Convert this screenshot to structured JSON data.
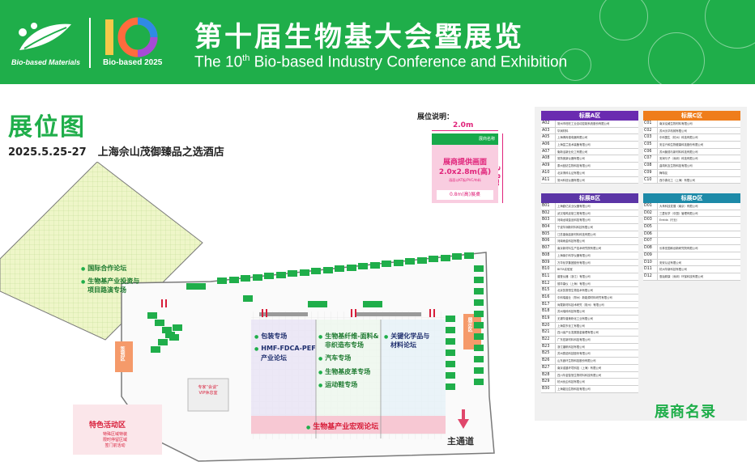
{
  "header": {
    "logo_text": "Bio-based Materials",
    "ten_text": "Bio-based 2025",
    "title_cn": "第十届生物基大会暨展览",
    "title_en_prefix": "The 10",
    "title_en_sup": "th",
    "title_en_suffix": " Bio-based Industry Conference and Exhibition",
    "accent": "#1fae4a"
  },
  "page_title": "展位图",
  "date": "2025.5.25-27",
  "venue": "上海佘山茂御臻品之选酒店",
  "booth_info": {
    "title": "展位说明：",
    "width": "2.0m",
    "height": "2.8m",
    "panel_label": "展商名称",
    "main_line1": "展商提供画面",
    "main_line2": "2.0x2.8m(高)",
    "sub": "画面以KT板/PVC/布料",
    "table": "0.8m(高)展桌"
  },
  "plan": {
    "intl_forum": "国际合作论坛",
    "invest_forum_1": "生物基产业投资与",
    "invest_forum_2": "项目路演专场",
    "sign_in": "签到区",
    "vip_1": "专家“会谈”",
    "vip_2": "VIP休息室",
    "special_zone": "特色活动区",
    "special_sub_1": "特殊区域特装",
    "special_sub_2": "限时停留区域",
    "special_sub_3": "签门前活动",
    "packaging": "包装专场",
    "hmf_1": "HMF-FDCA-PEF",
    "hmf_2": "产业论坛",
    "fiber_1": "生物基纤维-面料&",
    "fiber_2": "非织造布专场",
    "auto": "汽车专场",
    "leather": "生物基皮革专场",
    "shoes": "运动鞋专场",
    "chem_1": "关键化学品与",
    "chem_2": "材料论坛",
    "macro": "生物基产业宏观论坛",
    "main_entrance": "主通道",
    "exhibit_zone": "展示区"
  },
  "directory": {
    "title": "展商名录",
    "zones": [
      {
        "name": "标展A区",
        "rows": [
          {
            "code": "A02",
            "name": "常州市旺旺工业自动控制系统股份有限公司"
          },
          {
            "code": "A03",
            "name": "华润材料"
          },
          {
            "code": "A05",
            "name": "上海博冉德电器有限公司"
          },
          {
            "code": "A06",
            "name": "上海富兰技术装备有限公司"
          },
          {
            "code": "A07",
            "name": "衡新活新业化工有限公司"
          },
          {
            "code": "A08",
            "name": "常熟奥新仪器有限公司"
          },
          {
            "code": "A09",
            "name": "泰州回纺生物科技有限公司"
          },
          {
            "code": "A10",
            "name": "北京清科认证有限公司"
          },
          {
            "code": "A11",
            "name": "常州科信仪器有限公司"
          }
        ]
      },
      {
        "name": "标展B区",
        "rows": [
          {
            "code": "B01",
            "name": "上海欧亿实业仪器有限公司"
          },
          {
            "code": "B02",
            "name": "武汉瑞鸣克制工程有限公司"
          },
          {
            "code": "B03",
            "name": "河南龙城金品科技有限公司"
          },
          {
            "code": "B04",
            "name": "宁波华润新材料科技有限公司"
          },
          {
            "code": "B05",
            "name": "江苏康南高新材料科技有限公司"
          },
          {
            "code": "B06",
            "name": "河南雨金科技有限公司"
          },
          {
            "code": "B07",
            "name": "南京新材料生产技术研究院有限公司"
          },
          {
            "code": "B08",
            "name": "上海莱尔科学仪器有限公司"
          },
          {
            "code": "B09",
            "name": "万华化学集团股份有限公司"
          },
          {
            "code": "B10",
            "name": "BETA实验室"
          },
          {
            "code": "B11",
            "name": "普登仪器（浙江）有限公司"
          },
          {
            "code": "B12",
            "name": "德华康仪（上海）有限公司"
          },
          {
            "code": "B15",
            "name": "北京凯赛恒生物技术有限公司"
          },
          {
            "code": "B16",
            "name": "中科瑞兽业（郑州）新能源材料研究有限公司"
          },
          {
            "code": "B17",
            "name": "尚载新材料技术研究（常州）有限公司"
          },
          {
            "code": "B18",
            "name": "苏州瑞科科技有限公司"
          },
          {
            "code": "B19",
            "name": "无锡华普美粉化工业有限公司"
          },
          {
            "code": "B20",
            "name": "上海蒙东化工有限公司"
          },
          {
            "code": "B21",
            "name": "四川省产业发展基金管理有限公司"
          },
          {
            "code": "B22",
            "name": "广东宏新材料科技有限公司"
          },
          {
            "code": "B23",
            "name": "浙江镰帆科技有限公司"
          },
          {
            "code": "B25",
            "name": "苏州赛诺科技股份有限公司"
          },
          {
            "code": "B26",
            "name": "山东鑫环生物科技股份有限公司"
          },
          {
            "code": "B27",
            "name": "南京诺晨环境科技（上海）有限公司"
          },
          {
            "code": "B28",
            "name": "四川华金智慧生物材料科技有限公司"
          },
          {
            "code": "B29",
            "name": "杭州优企科技有限公司"
          },
          {
            "code": "B30",
            "name": "上海能加生物科技有限公司"
          }
        ]
      },
      {
        "name": "标展C区",
        "rows": [
          {
            "code": "C01",
            "name": "南京泓威生物材料有限公司"
          },
          {
            "code": "C02",
            "name": "苏州沃华机械有限公司"
          },
          {
            "code": "C03",
            "name": "中科国生（杭州）科技有限公司"
          },
          {
            "code": "C05",
            "name": "安吉兴和生物健康科技股份有限公司"
          },
          {
            "code": "C06",
            "name": "苏州聚德与新材料科技有限公司"
          },
          {
            "code": "C07",
            "name": "安润与子（深圳）科技有限公司"
          },
          {
            "code": "C08",
            "name": "曲靖利友生物科技有限公司"
          },
          {
            "code": "C09",
            "name": "梅特友"
          },
          {
            "code": "C10",
            "name": "西尔弗化工（上海）有限公司"
          }
        ]
      },
      {
        "name": "标展D区",
        "rows": [
          {
            "code": "D01",
            "name": "大禾科技发展（南京）有限公司"
          },
          {
            "code": "D02",
            "name": "三菱化学（中国）管理有限公司"
          },
          {
            "code": "D03",
            "name": "Erelda（行业）"
          },
          {
            "code": "D05",
            "name": ""
          },
          {
            "code": "D06",
            "name": ""
          },
          {
            "code": "D07",
            "name": ""
          },
          {
            "code": "D08",
            "name": "长林亚国和创新研究院有限公司"
          },
          {
            "code": "D09",
            "name": ""
          },
          {
            "code": "D10",
            "name": "安安认证有限公司"
          },
          {
            "code": "D11",
            "name": "杭州华新科技有限公司"
          },
          {
            "code": "D12",
            "name": "惠始精康（深圳）环保科技有限公司"
          }
        ]
      }
    ]
  }
}
